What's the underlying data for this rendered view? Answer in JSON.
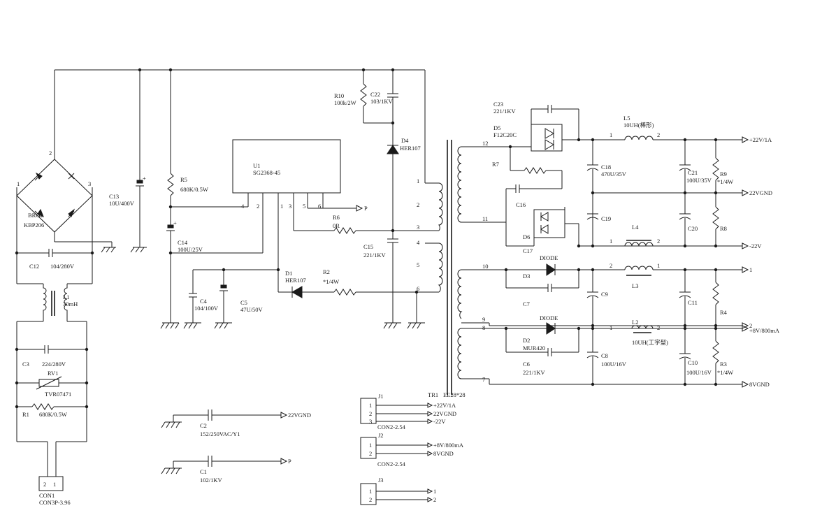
{
  "labels": {
    "brg1_ref": "BRG1",
    "brg1_val": "KBP206",
    "brg_pin2": "2",
    "brg_pin1": "1",
    "brg_pin3": "3",
    "c13_ref": "C13",
    "c13_val": "10U/400V",
    "r5_ref": "R5",
    "r5_val": "680K/0.5W",
    "c12_ref": "C12",
    "c12_val": "104/280V",
    "l1_ref": "L1",
    "l1_val": "30mH",
    "c3_ref": "C3",
    "c3_val": "224/280V",
    "rv1_ref": "RV1",
    "rv1_val": "TVR07471",
    "r1_ref": "R1",
    "r1_val": "680K/0.5W",
    "con1_ref": "CON1",
    "con1_val": "CON3P-3.96",
    "con1_p2": "2",
    "con1_p1": "1",
    "c14_ref": "C14",
    "c14_val": "100U/25V",
    "c4_ref": "C4",
    "c4_val": "104/100V",
    "c5_ref": "C5",
    "c5_val": "47U/50V",
    "u1_ref": "U1",
    "u1_val": "SG2368-45",
    "u1_p4": "4",
    "u1_p2": "2",
    "u1_p1": "1",
    "u1_p3": "3",
    "u1_p5": "5",
    "u1_p6": "6",
    "p_net": "P",
    "r6_ref": "R6",
    "r6_val": "0R",
    "d1_ref": "D1",
    "d1_val": "HER107",
    "r2_ref": "R2",
    "r2_val": "*1/4W",
    "r10_ref": "R10",
    "r10_val": "100k/2W",
    "c22_ref": "C22",
    "c22_val": "103/1KV",
    "d4_ref": "D4",
    "d4_val": "HER107",
    "c15_ref": "C15",
    "c15_val": "221/1KV",
    "tr_p1": "1",
    "tr_p2": "2",
    "tr_p3": "3",
    "tr_p4": "4",
    "tr_p5": "5",
    "tr_p6": "6",
    "tr_p12": "12",
    "tr_p11": "11",
    "tr_p10": "10",
    "tr_p9": "9",
    "tr_p8": "8",
    "tr_p7": "7",
    "c23_ref": "C23",
    "c23_val": "221/1KV",
    "d5_ref": "D5",
    "d5_val": "F12C20C",
    "r7_ref": "R7",
    "c16_ref": "C16",
    "d6_ref": "D6",
    "c17_ref": "C17",
    "d3_val": "DIODE",
    "d3_ref": "D3",
    "c7_ref": "C7",
    "d2_val": "DIODE",
    "d2_ref": "D2",
    "d2_part": "MUR420",
    "c6_ref": "C6",
    "c6_val": "221/1KV",
    "l5_ref": "L5",
    "l5_val": "10UH(棒形)",
    "l5_p1": "1",
    "l5_p2": "2",
    "c18_ref": "C18",
    "c18_val": "470U/35V",
    "c19_ref": "C19",
    "l4_ref": "L4",
    "l4_p1": "1",
    "l4_p2": "2",
    "c21_ref": "C21",
    "c21_val": "100U/35V",
    "c20_ref": "C20",
    "r9_ref": "R9",
    "r9_val": "*1/4W",
    "r8_ref": "R8",
    "l3_ref": "L3",
    "l3_p2": "2",
    "l3_p1": "1",
    "c9_ref": "C9",
    "c11_ref": "C11",
    "r4_ref": "R4",
    "l2_ref": "L2",
    "l2_val": "10UH(工字型)",
    "l2_p1": "1",
    "l2_p2": "2",
    "c8_ref": "C8",
    "c8_val": "100U/16V",
    "c10_ref": "C10",
    "c10_val": "100U/16V",
    "r3_ref": "R3",
    "r3_val": "*1/4W",
    "tr1_ref": "TR1",
    "tr1_val": "EE28*28",
    "c2_ref": "C2",
    "c2_val": "152/250VAC/Y1",
    "c1_ref": "C1",
    "c1_val": "102/1KV",
    "j1_ref": "J1",
    "j1_val": "CON2-2.54",
    "j2_ref": "J2",
    "j2_val": "CON2-2.54",
    "j3_ref": "J3",
    "j_p1": "1",
    "j_p2": "2",
    "j_p3": "3"
  },
  "nets": {
    "out_22v": "+22V/1A",
    "out_22vgnd": "22VGND",
    "out_m22": "-22V",
    "out_1": "1",
    "out_2": "2",
    "out_8v": "+8V/800mA",
    "out_8vgnd": "8VGND",
    "c2_net": "22VGND",
    "c1_net": "P",
    "j1_n1": "+22V/1A",
    "j1_n2": "22VGND",
    "j1_n3": "-22V",
    "j2_n1": "+8V/800mA",
    "j2_n2": "8VGND",
    "j3_n1": "1",
    "j3_n2": "2"
  }
}
